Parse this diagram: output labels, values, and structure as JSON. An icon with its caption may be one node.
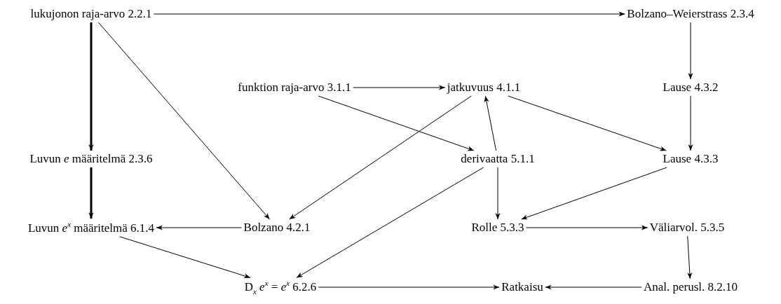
{
  "diagram": {
    "nodes": [
      {
        "text": [
          "lukujonon raja-arvo 2.2.1"
        ]
      },
      {
        "text": [
          "Bolzano–Weierstrass 2.3.4"
        ]
      },
      {
        "text": [
          "funktion raja-arvo 3.1.1"
        ]
      },
      {
        "text": [
          "jatkuvuus 4.1.1"
        ]
      },
      {
        "text": [
          "Lause 4.3.2"
        ]
      },
      {
        "text": [
          "Luvun *e* määritelmä 2.3.6"
        ]
      },
      {
        "text": [
          "derivaatta 5.1.1"
        ]
      },
      {
        "text": [
          "Lause 4.3.3"
        ]
      },
      {
        "text": [
          "Luvun *e*$^{x}$ määritelmä 6.1.4"
        ]
      },
      {
        "text": [
          "Bolzano 4.2.1"
        ]
      },
      {
        "text": [
          "Rolle 5.3.3"
        ]
      },
      {
        "text": [
          "Väliarvol. 5.3.5"
        ]
      },
      {
        "text": [
          "D$_{x}$ *e*$^{x}$ = *e*$^{x}$ 6.2.6"
        ]
      },
      {
        "text": [
          "Ratkaisu"
        ]
      },
      {
        "text": [
          "Anal. perusl. 8.2.10"
        ]
      }
    ],
    "edges": [
      {
        "from": 0,
        "to": 1,
        "arrow": "to"
      },
      {
        "from": 0,
        "to": 5,
        "arrow": "to",
        "style": "thick"
      },
      {
        "from": 0,
        "to": 9,
        "arrow": "to"
      },
      {
        "from": 2,
        "to": 3,
        "arrow": "to"
      },
      {
        "from": 2,
        "to": 6,
        "arrow": "to"
      },
      {
        "from": 3,
        "to": 9,
        "arrow": "to"
      },
      {
        "from": 3,
        "to": 7,
        "arrow": "to"
      },
      {
        "from": 6,
        "to": 3,
        "arrow": "to"
      },
      {
        "from": 6,
        "to": 10,
        "arrow": "to"
      },
      {
        "from": 6,
        "to": 12,
        "arrow": "to"
      },
      {
        "from": 1,
        "to": 4,
        "arrow": "to"
      },
      {
        "from": 4,
        "to": 7,
        "arrow": "to"
      },
      {
        "from": 7,
        "to": 10,
        "arrow": "to"
      },
      {
        "from": 5,
        "to": 8,
        "arrow": "to",
        "style": "thick"
      },
      {
        "from": 9,
        "to": 8,
        "arrow": "to"
      },
      {
        "from": 8,
        "to": 12,
        "arrow": "to"
      },
      {
        "from": 10,
        "to": 11,
        "arrow": "to"
      },
      {
        "from": 11,
        "to": 14,
        "arrow": "to"
      },
      {
        "from": 14,
        "to": 13,
        "arrow": "to"
      },
      {
        "from": 12,
        "to": 13,
        "arrow": "to"
      }
    ]
  }
}
